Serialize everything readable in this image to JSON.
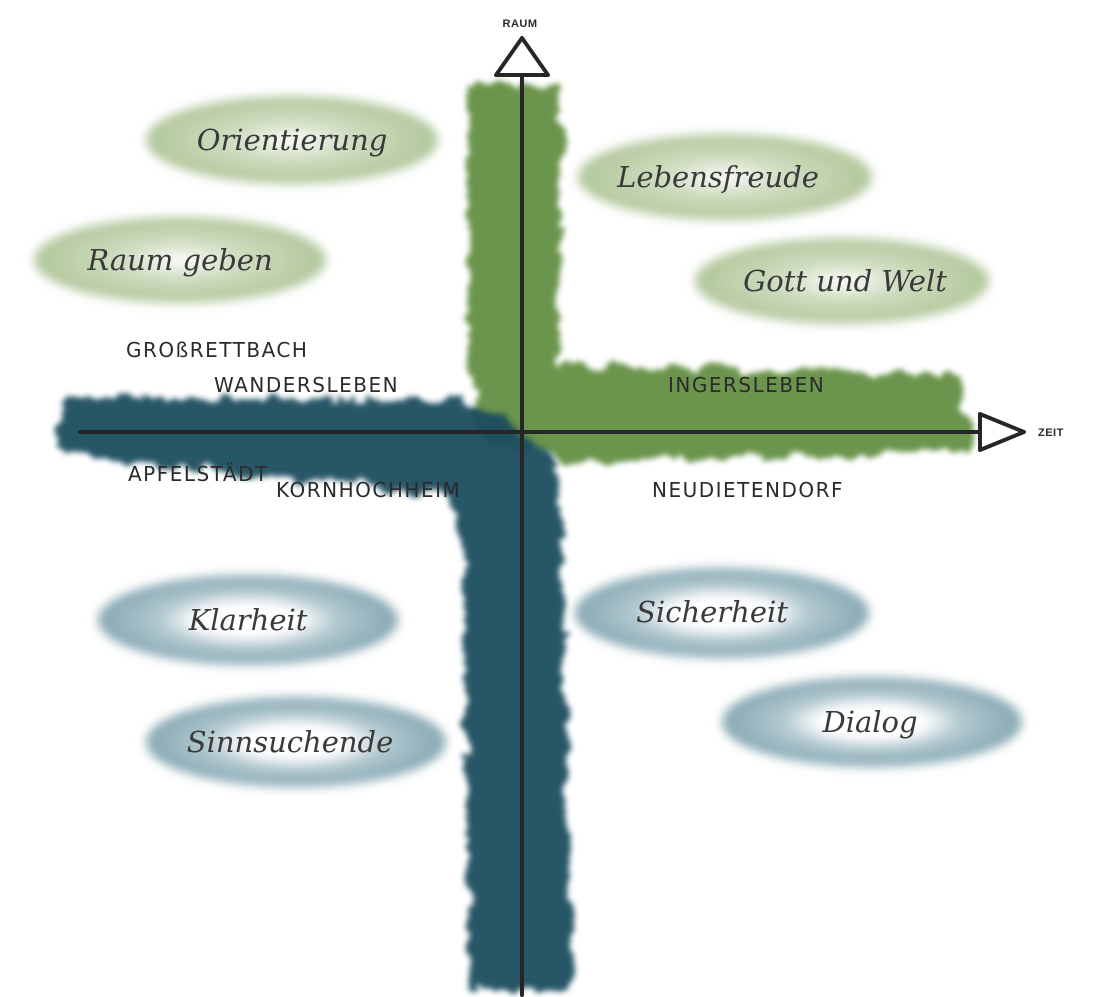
{
  "axes": {
    "vertical_label": "RAUM",
    "horizontal_label": "ZEIT"
  },
  "colors": {
    "green_band": "#5f8c3e",
    "green_bubble": "#a8c08f",
    "teal_band": "#1c4e5f",
    "teal_bubble": "#8fb0bb",
    "axis": "#262626"
  },
  "places": {
    "grossrettbach": "GROßRETTBACH",
    "wandersleben": "WANDERSLEBEN",
    "ingersleben": "INGERSLEBEN",
    "apfelstaedt": "APFELSTÄDT",
    "kornhochheim": "KORNHOCHHEIM",
    "neudietendorf": "NEUDIETENDORF"
  },
  "bubbles": {
    "orientierung": "Orientierung",
    "raum_geben": "Raum geben",
    "lebensfreude": "Lebensfreude",
    "gott_und_welt": "Gott und Welt",
    "klarheit": "Klarheit",
    "sinnsuchende": "Sinnsuchende",
    "sicherheit": "Sicherheit",
    "dialog": "Dialog"
  }
}
